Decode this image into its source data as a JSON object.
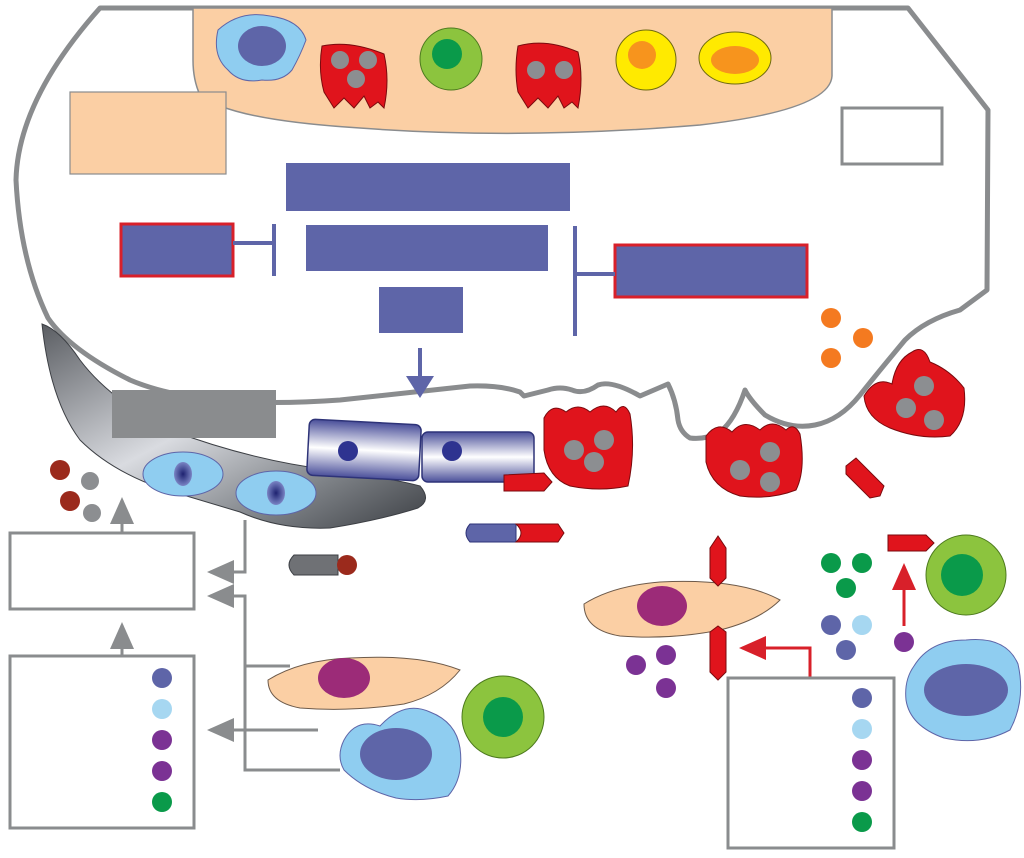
{
  "colors": {
    "outline": "#8a8c8e",
    "blue_box": "#5e65a8",
    "red_outline": "#d8202a",
    "peach": "#fbcfa4",
    "osteoclast_red": "#e0141c",
    "osteoclast_nucleus": "#8c8e91",
    "green_outer": "#8cc43e",
    "green_inner": "#0a9a4a",
    "yellow_outer": "#ffea00",
    "orange": "#f7941d",
    "light_blue": "#8fcdf0",
    "magenta": "#9c2b78",
    "purple": "#7b3294",
    "dot_light_blue": "#a6d7f1",
    "dot_dark_blue": "#5e65a8",
    "dot_dark_red": "#9b2a1c",
    "dot_orange": "#f47a20",
    "dot_green": "#0a9a4a"
  },
  "left_box_dots": [
    "dark-blue",
    "light-blue",
    "purple",
    "purple",
    "green"
  ],
  "right_box_dots": [
    "dark-blue",
    "light-blue",
    "purple",
    "purple",
    "green"
  ]
}
